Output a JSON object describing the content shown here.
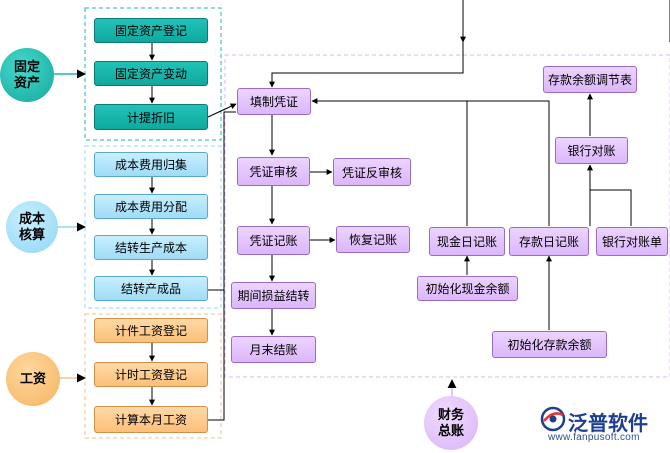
{
  "colors": {
    "teal": "#19b5ab",
    "light_blue": "#b4e6fb",
    "orange": "#fccb8c",
    "purple": "#e4c4fc",
    "line": "#000000",
    "brand": "#1d3f8f"
  },
  "groups": {
    "fixed_assets": {
      "label": "固定\n资产",
      "items": [
        "固定资产登记",
        "固定资产变动",
        "计提折旧"
      ]
    },
    "cost_accounting": {
      "label": "成本\n核算",
      "items": [
        "成本费用归集",
        "成本费用分配",
        "结转生产成本",
        "结转产成品"
      ]
    },
    "wages": {
      "label": "工资",
      "items": [
        "计件工资登记",
        "计时工资登记",
        "计算本月工资"
      ]
    }
  },
  "ledger": {
    "label": "财务\n总账",
    "voucher_entry": "填制凭证",
    "voucher_audit": "凭证审核",
    "voucher_unaudit": "凭证反审核",
    "voucher_post": "凭证记账",
    "restore_post": "恢复记账",
    "period_pl_transfer": "期间损益结转",
    "month_end": "月末结账",
    "cash_journal": "现金日记账",
    "deposit_journal": "存款日记账",
    "bank_statement": "银行对账单",
    "bank_reconcile": "银行对账",
    "balance_adjust_table": "存款余额调节表",
    "init_cash_balance": "初始化现金余额",
    "init_deposit_balance": "初始化存款余额"
  },
  "brand": {
    "name": "泛普软件",
    "url": "www.fanpusoft.com",
    "logo_icon": "fanpu-logo-icon"
  }
}
